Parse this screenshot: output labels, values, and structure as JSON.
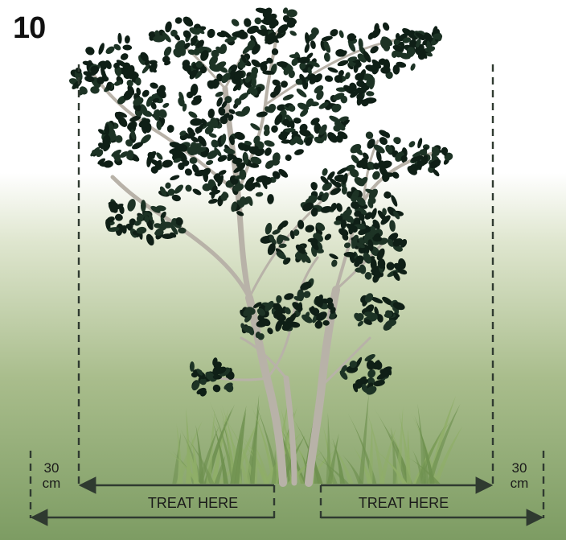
{
  "figure_number": "10",
  "labels": {
    "left_distance_value": "30",
    "left_distance_unit": "cm",
    "right_distance_value": "30",
    "right_distance_unit": "cm",
    "treat_left": "TREAT HERE",
    "treat_right": "TREAT HERE"
  },
  "colors": {
    "line": "#2f3a30",
    "foliage": "#0f1f16",
    "trunk": "#b8b2a8",
    "grass": "#7f9f5a"
  },
  "icons": [
    "tree-illustration",
    "grass-clump-illustration",
    "dimension-arrows"
  ]
}
